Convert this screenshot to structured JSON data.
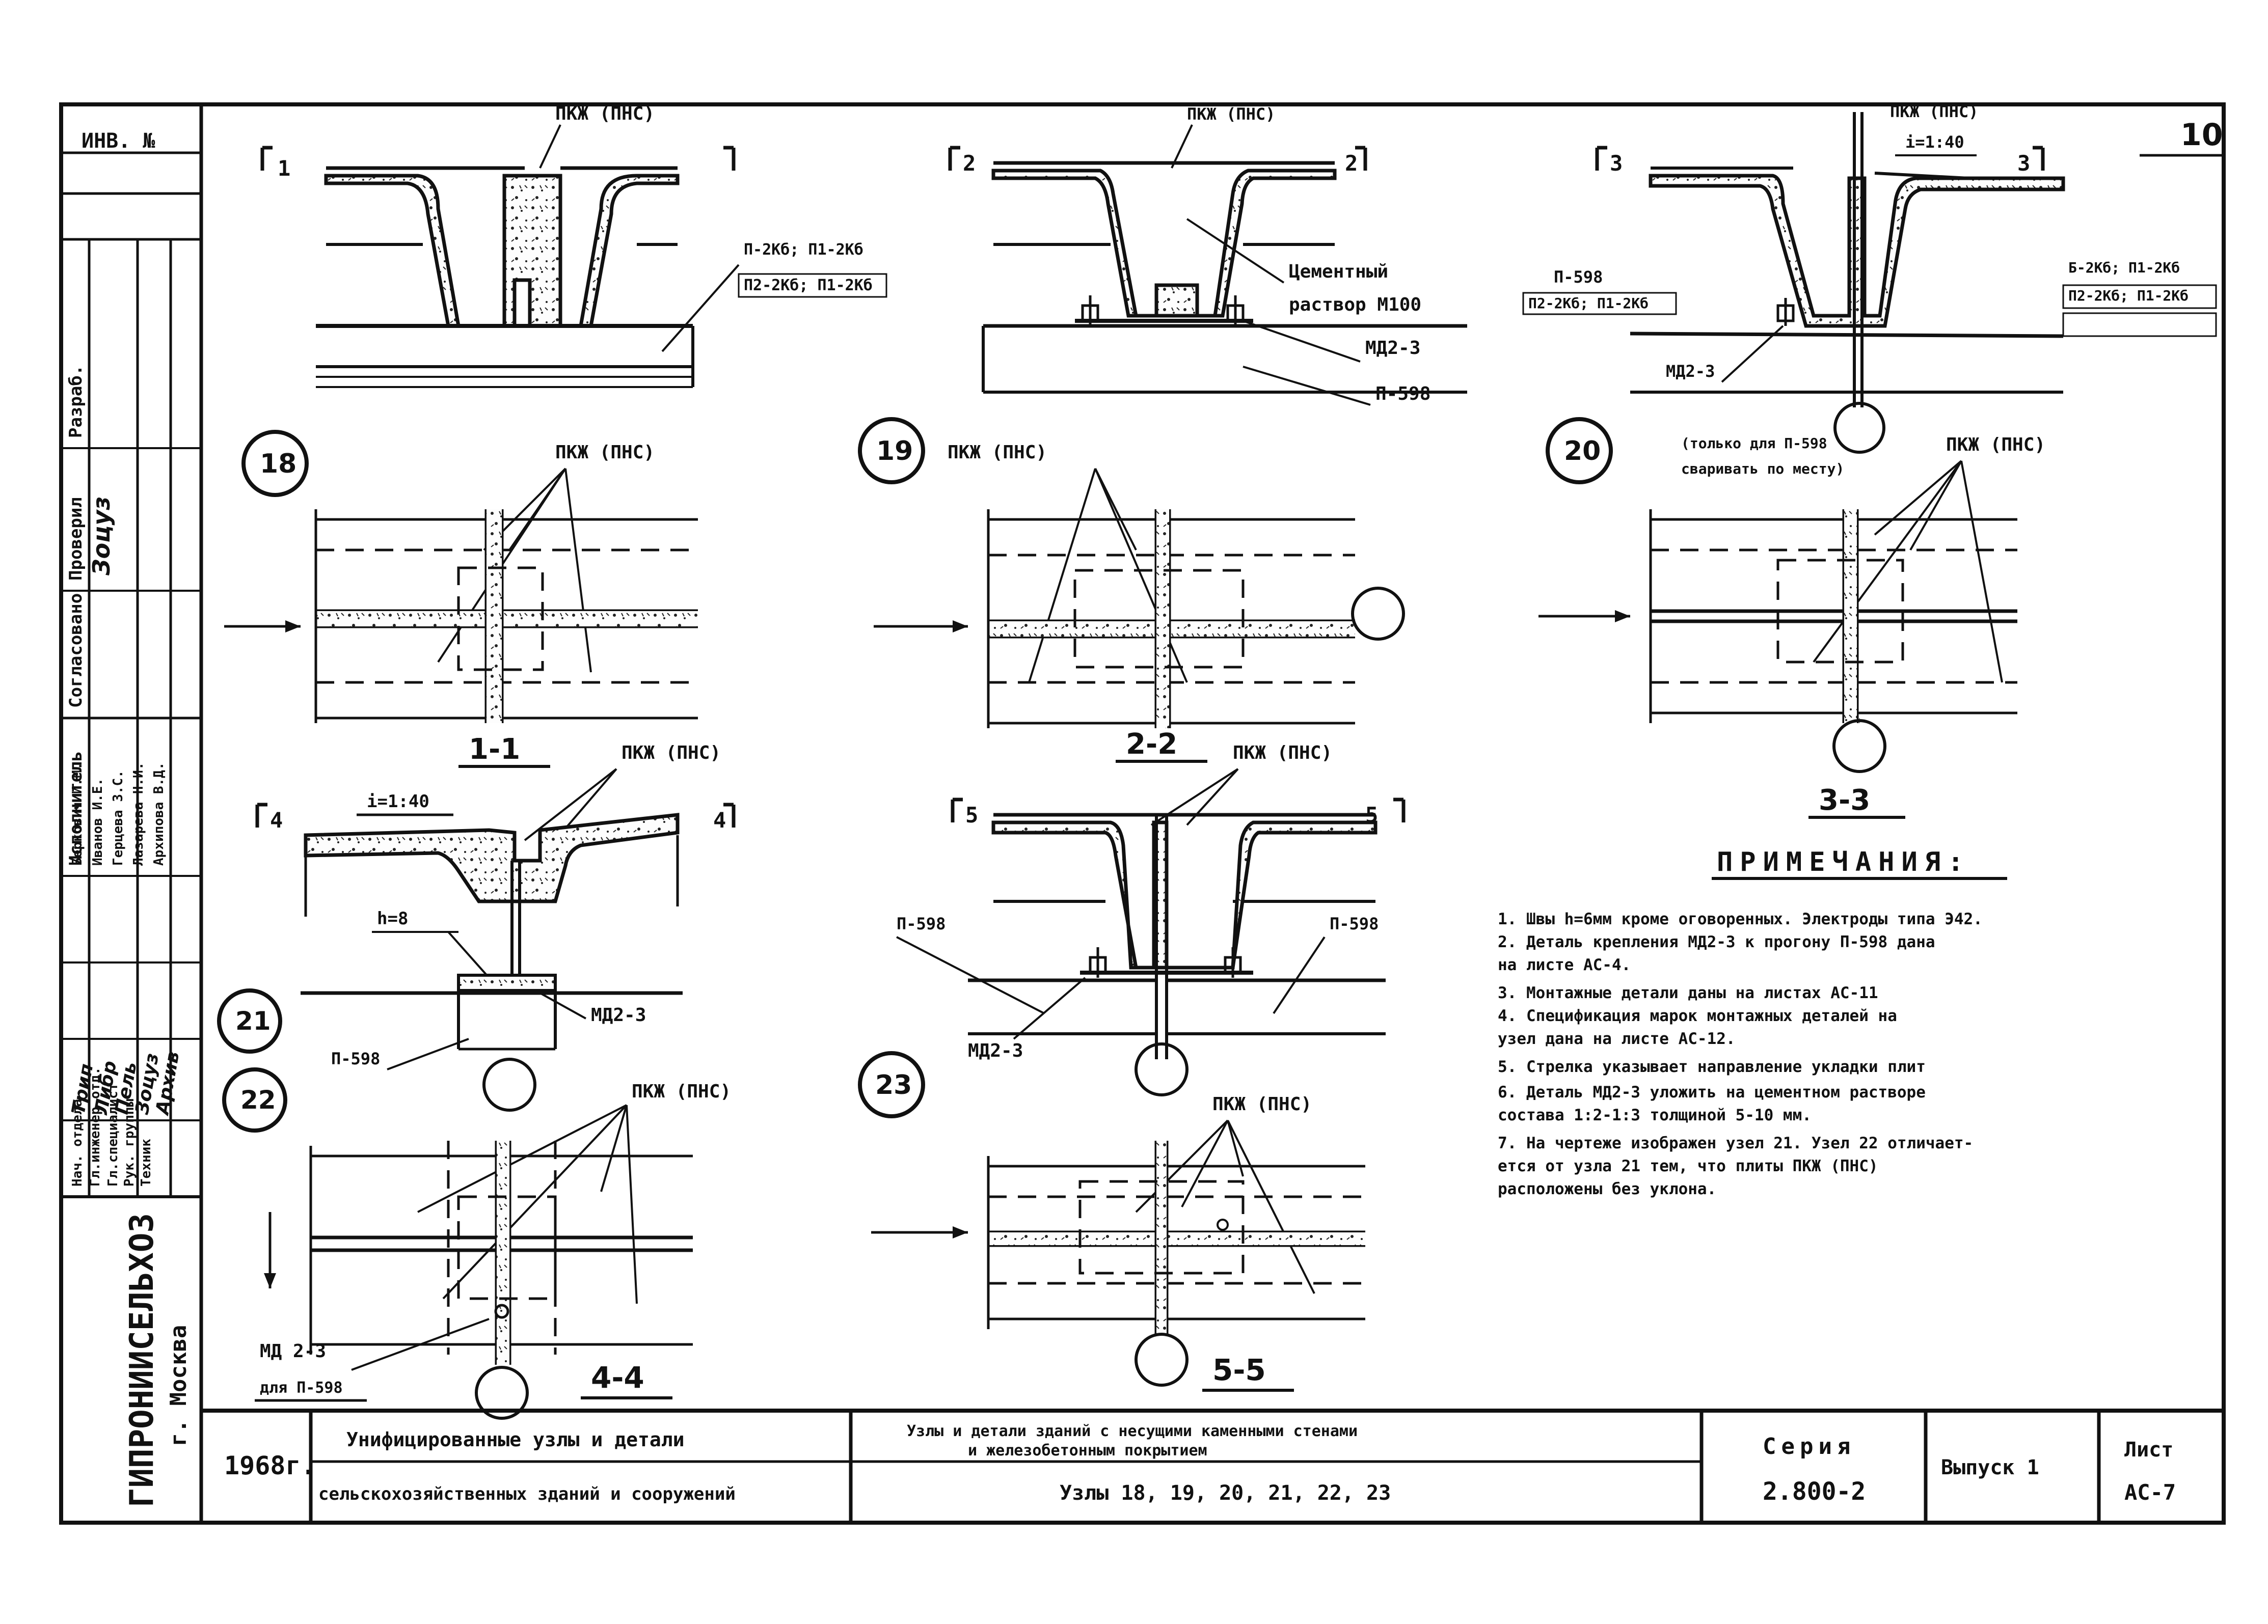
{
  "sheet_number": "10",
  "left_panel": {
    "inv_no": "ИНВ. №",
    "org": "ГИПРОНИИСЕЛЬХОЗ",
    "city": "г. Москва",
    "stamp_cols": [
      "Разраб.",
      "Проверил",
      "Согласовано",
      "Исполнитель"
    ],
    "roles": [
      "Нач. отдела",
      "Гл.инженер отд.",
      "Гл.специалист",
      "Рук. группы",
      "Техник"
    ],
    "names": [
      "Беркович И.М.",
      "Иванов И.Е.",
      "Герцева З.С.",
      "Лазарева Н.И.",
      "Архипова В.Д."
    ],
    "signatures": [
      "Трип",
      "Либр",
      "Пель",
      "Зоцуз",
      "Архив"
    ]
  },
  "sections": {
    "s1": {
      "cut": "1",
      "label": "1-1"
    },
    "s2": {
      "cut": "2",
      "label": "2-2"
    },
    "s3": {
      "cut": "3",
      "label": "3-3"
    },
    "s4": {
      "cut": "4",
      "label": "4-4"
    },
    "s5": {
      "cut": "5",
      "label": "5-5"
    }
  },
  "nodes": [
    "18",
    "19",
    "20",
    "21",
    "22",
    "23"
  ],
  "labels": {
    "pkzh": "ПКЖ (ПНС)",
    "pkzh_top1": "ПКЖ (ПНС)",
    "p1_spec": "П-2Кб; П1-2Кб",
    "p1_spec2": "П2-2Кб; П1-2Кб",
    "cement1": "Цементный",
    "cement2": "раствор М100",
    "md23": "МД2-3",
    "md23_b": "МД 2-3",
    "p598": "П-598",
    "p3_spec": "П2-2Кб; П1-2Кб",
    "p3_spec_r": "Б-2Кб; П1-2Кб",
    "p3_spec_r2": "П2-2Кб; П1-2Кб",
    "slope": "i=1:40",
    "only_p598": "(только для П-598",
    "weld_site": "сваривать по месту)",
    "h8": "h=8",
    "for_p598": "для П-598"
  },
  "notes": {
    "title": "ПРИМЕЧАНИЯ:",
    "items": [
      "1. Швы h=6мм кроме оговоренных. Электроды типа Э42.",
      "2. Деталь крепления МД2-3 к прогону П-598 дана",
      "   на листе АС-4.",
      "3. Монтажные детали даны на листах АС-11",
      "4. Спецификация марок монтажных деталей на",
      "   узел дана на листе АС-12.",
      "5. Стрелка указывает направление укладки плит",
      "6. Деталь МД2-3 уложить на цементном растворе",
      "   состава 1:2-1:3 толщиной 5-10 мм.",
      "7. На чертеже изображен узел 21. Узел 22 отличает-",
      "   ется от узла 21 тем, что плиты ПКЖ (ПНС)",
      "   расположены без уклона."
    ]
  },
  "title_block": {
    "year": "1968г.",
    "line1": "Унифицированные узлы и детали",
    "line2": "сельскохозяйственных зданий и сооружений",
    "subject1": "Узлы и детали зданий с несущими каменными стенами",
    "subject2": "и железобетонным покрытием",
    "nodes_line": "Узлы 18, 19, 20, 21, 22, 23",
    "series_label": "Серия",
    "series_value": "2.800-2",
    "issue": "Выпуск 1",
    "sheet_label": "Лист",
    "sheet_value": "АС-7"
  }
}
